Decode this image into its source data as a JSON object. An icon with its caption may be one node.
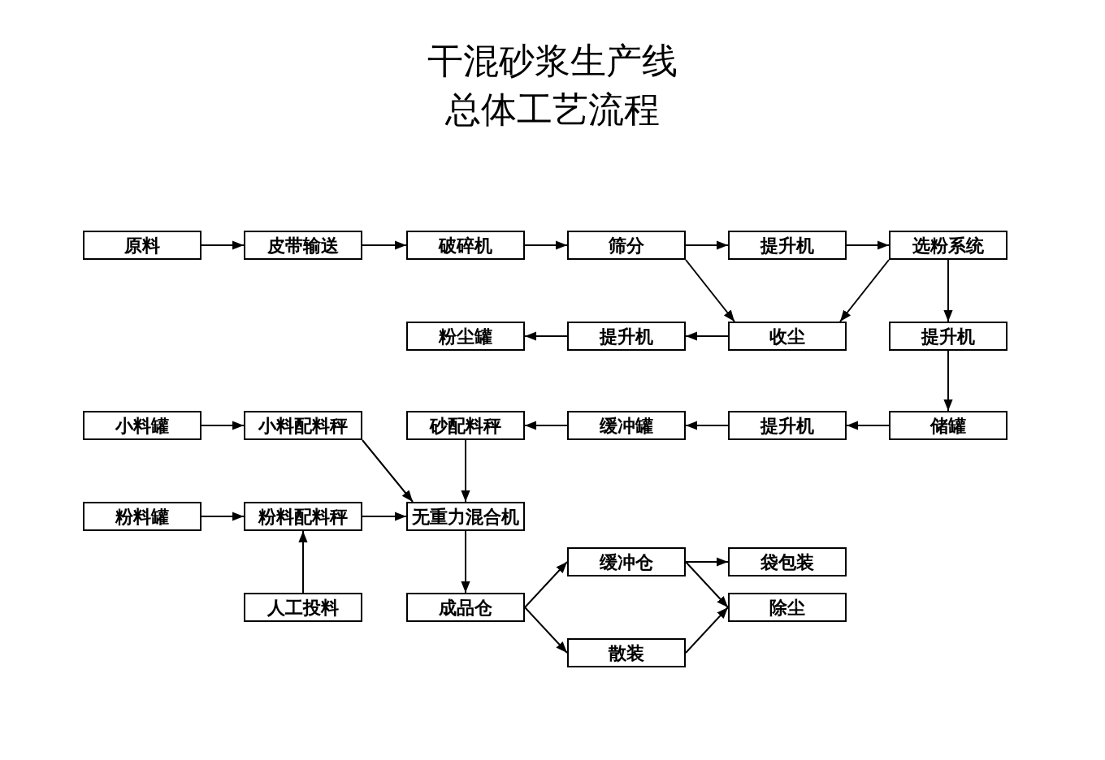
{
  "diagram": {
    "title": "干混砂浆生产线总体工艺流程",
    "nodes": [
      {
        "text": [
          "原料"
        ]
      },
      {
        "text": [
          "皮带输送"
        ]
      },
      {
        "text": [
          "破碎机"
        ]
      },
      {
        "text": [
          "筛分"
        ]
      },
      {
        "text": [
          "提升机"
        ]
      },
      {
        "text": [
          "选粉系统"
        ]
      },
      {
        "text": [
          "粉尘罐"
        ]
      },
      {
        "text": [
          "提升机"
        ]
      },
      {
        "text": [
          "收尘"
        ]
      },
      {
        "text": [
          "提升机"
        ]
      },
      {
        "text": [
          "小料罐"
        ]
      },
      {
        "text": [
          "小料配料秤"
        ]
      },
      {
        "text": [
          "砂配料秤"
        ]
      },
      {
        "text": [
          "缓冲罐"
        ]
      },
      {
        "text": [
          "提升机"
        ]
      },
      {
        "text": [
          "储罐"
        ]
      },
      {
        "text": [
          "粉料罐"
        ]
      },
      {
        "text": [
          "粉料配料秤"
        ]
      },
      {
        "text": [
          "无重力混合机"
        ]
      },
      {
        "text": [
          "人工投料"
        ]
      },
      {
        "text": [
          "成品仓"
        ]
      },
      {
        "text": [
          "缓冲仓"
        ]
      },
      {
        "text": [
          "袋包装"
        ]
      },
      {
        "text": [
          "除尘"
        ]
      },
      {
        "text": [
          "散装"
        ]
      }
    ],
    "edges": [
      {
        "from": 0,
        "to": 1,
        "arrow": "to"
      },
      {
        "from": 1,
        "to": 2,
        "arrow": "to"
      },
      {
        "from": 2,
        "to": 3,
        "arrow": "to"
      },
      {
        "from": 3,
        "to": 4,
        "arrow": "to"
      },
      {
        "from": 4,
        "to": 5,
        "arrow": "to"
      },
      {
        "from": 3,
        "to": 8,
        "arrow": "to"
      },
      {
        "from": 5,
        "to": 8,
        "arrow": "to"
      },
      {
        "from": 5,
        "to": 9,
        "arrow": "to"
      },
      {
        "from": 8,
        "to": 7,
        "arrow": "to"
      },
      {
        "from": 7,
        "to": 6,
        "arrow": "to"
      },
      {
        "from": 9,
        "to": 15,
        "arrow": "to"
      },
      {
        "from": 15,
        "to": 14,
        "arrow": "to"
      },
      {
        "from": 14,
        "to": 13,
        "arrow": "to"
      },
      {
        "from": 13,
        "to": 12,
        "arrow": "to"
      },
      {
        "from": 10,
        "to": 11,
        "arrow": "to"
      },
      {
        "from": 11,
        "to": 18,
        "arrow": "to"
      },
      {
        "from": 12,
        "to": 18,
        "arrow": "to"
      },
      {
        "from": 16,
        "to": 17,
        "arrow": "to"
      },
      {
        "from": 17,
        "to": 18,
        "arrow": "to"
      },
      {
        "from": 19,
        "to": 17,
        "arrow": "to"
      },
      {
        "from": 18,
        "to": 20,
        "arrow": "to"
      },
      {
        "from": 20,
        "to": 21,
        "arrow": "to"
      },
      {
        "from": 20,
        "to": 24,
        "arrow": "to"
      },
      {
        "from": 21,
        "to": 22,
        "arrow": "to"
      },
      {
        "from": 21,
        "to": 23,
        "arrow": "to"
      },
      {
        "from": 24,
        "to": 23,
        "arrow": "to"
      }
    ]
  }
}
